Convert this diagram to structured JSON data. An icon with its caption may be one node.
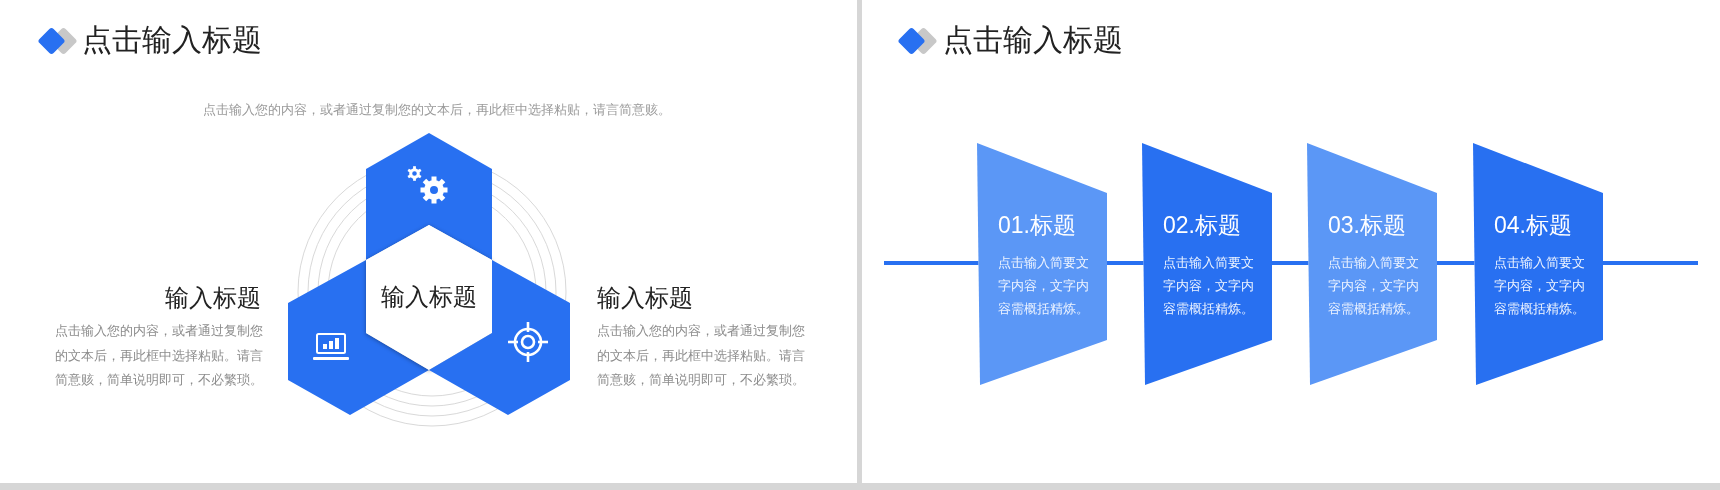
{
  "diagram": {
    "title": "点击输入标题",
    "nodes": [
      {
        "text": [],
        "shape": "hexagon"
      },
      {
        "text": [],
        "shape": "hexagon",
        "beside": [
          "输入标题",
          "点击输入您的内容，或者通过复制您的文本后，再此框中选择粘贴。请言简意赅，简单说明即可，不必繁琐。"
        ]
      },
      {
        "text": [
          "输入标题"
        ]
      },
      {
        "text": [],
        "shape": "hexagon",
        "beside": [
          "输入标题",
          "点击输入您的内容，或者通过复制您的文本后，再此框中选择粘贴。请言简意赅，简单说明即可，不必繁琐。"
        ]
      },
      {
        "text": [
          "01.标题",
          "点击输入简要文字内容，文字内容需概括精炼。"
        ]
      },
      {
        "text": [
          "02.标题",
          "点击输入简要文字内容，文字内容需概括精炼。"
        ]
      },
      {
        "text": [
          "03.标题",
          "点击输入简要文字内容，文字内容需概括精炼。"
        ]
      },
      {
        "text": [
          "04.标题",
          "点击输入简要文字内容，文字内容需概括精炼。"
        ]
      }
    ],
    "edges": [
      {
        "from": null,
        "to": 4,
        "arrow": "none"
      },
      {
        "from": 4,
        "to": 5,
        "arrow": "none"
      },
      {
        "from": 5,
        "to": 6,
        "arrow": "none"
      },
      {
        "from": 6,
        "to": 7,
        "arrow": "none"
      },
      {
        "from": 7,
        "to": null,
        "arrow": "none"
      }
    ],
    "labels": [
      "点击输入您的内容，或者通过复制您的文本后，再此框中选择粘贴，请言简意赅。",
      "点击输入标题"
    ]
  }
}
